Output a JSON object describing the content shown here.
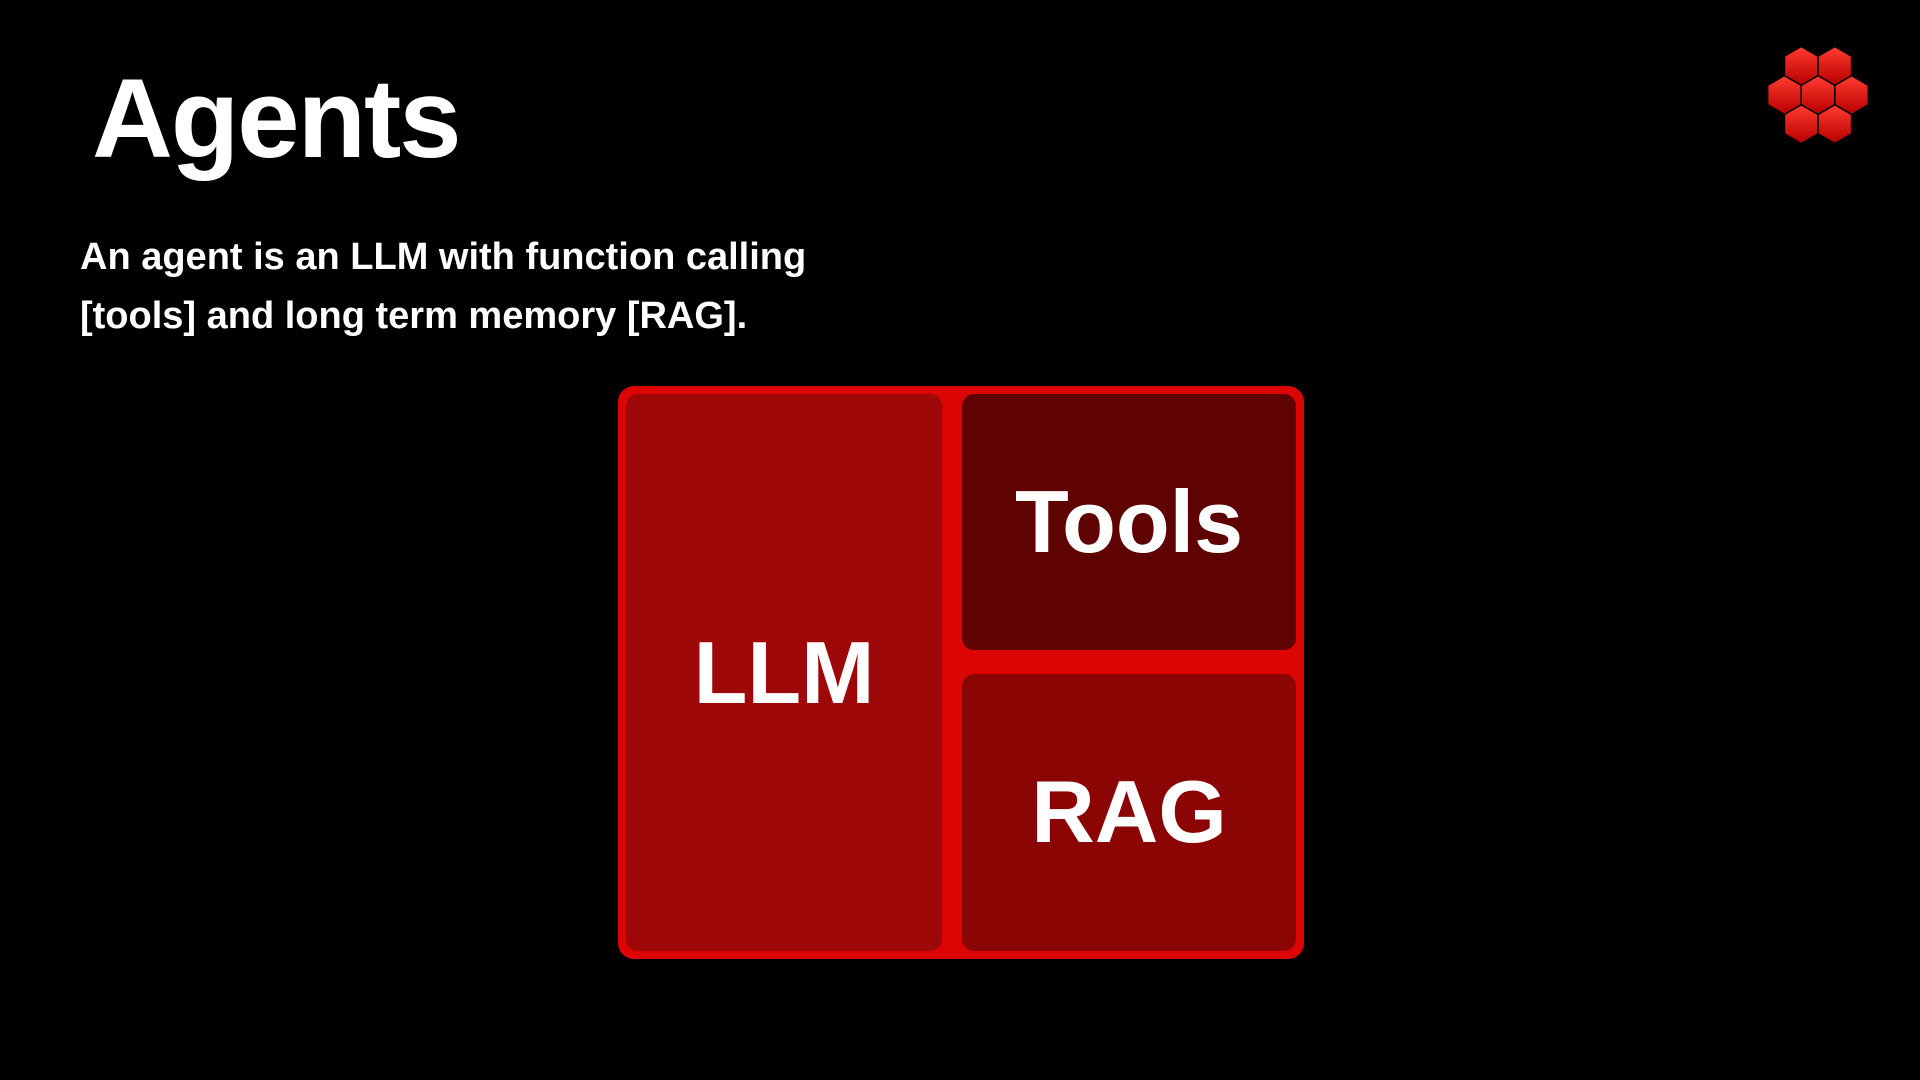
{
  "header": {
    "title": "Agents",
    "subtitle_line1": "An agent is an LLM with function calling",
    "subtitle_line2": "[tools] and long term memory [RAG]."
  },
  "diagram": {
    "llm_label": "LLM",
    "tools_label": "Tools",
    "rag_label": "RAG"
  },
  "logo": {
    "icon": "hexagon-cluster-icon"
  },
  "colors": {
    "background": "#000000",
    "text": "#ffffff",
    "frame_red": "#dd0404",
    "llm_red": "#9e0808",
    "tools_red": "#5e0202",
    "rag_red": "#8c0505",
    "logo_red_light": "#ff3b30",
    "logo_red_dark": "#b80000"
  }
}
